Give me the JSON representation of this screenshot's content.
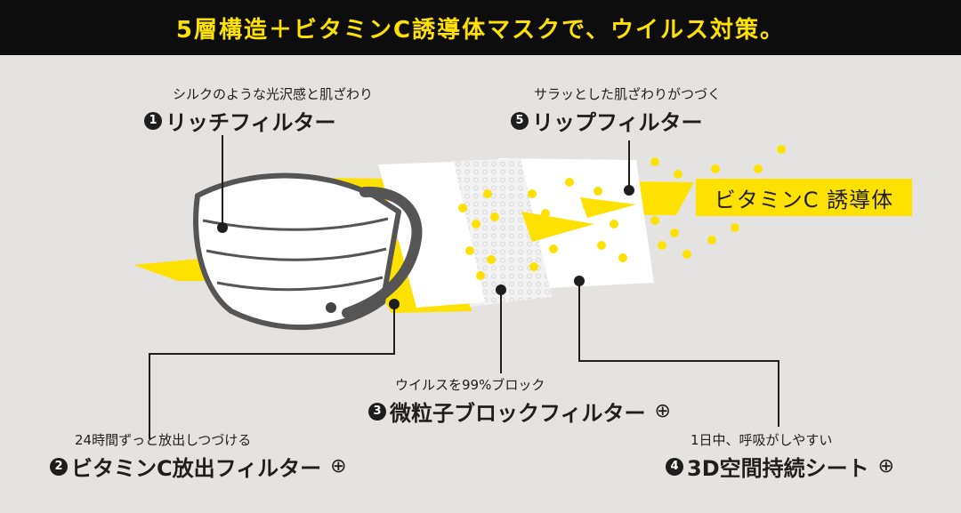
{
  "header": {
    "title": "5層構造＋ビタミンC誘導体マスクで、ウイルス対策。"
  },
  "layers": [
    {
      "num": "1",
      "subtitle": "シルクのような光沢感と肌ざわり",
      "name": "リッチフィルター",
      "plus": ""
    },
    {
      "num": "2",
      "subtitle": "24時間ずっと放出しつづける",
      "name": "ビタミンC放出フィルター",
      "plus": "⊕"
    },
    {
      "num": "3",
      "subtitle": "ウイルスを99%ブロック",
      "name": "微粒子ブロックフィルター",
      "plus": "⊕"
    },
    {
      "num": "4",
      "subtitle": "1日中、呼吸がしやすい",
      "name": "3D空間持続シート",
      "plus": "⊕"
    },
    {
      "num": "5",
      "subtitle": "サラッとした肌ざわりがつづく",
      "name": "リップフィルター",
      "plus": ""
    }
  ],
  "vitamin_label": "ビタミンC 誘導体",
  "colors": {
    "accent": "#ffe100",
    "dark": "#1e1e1e",
    "background": "#e4e3e1",
    "banner": "#0d0d0d"
  }
}
